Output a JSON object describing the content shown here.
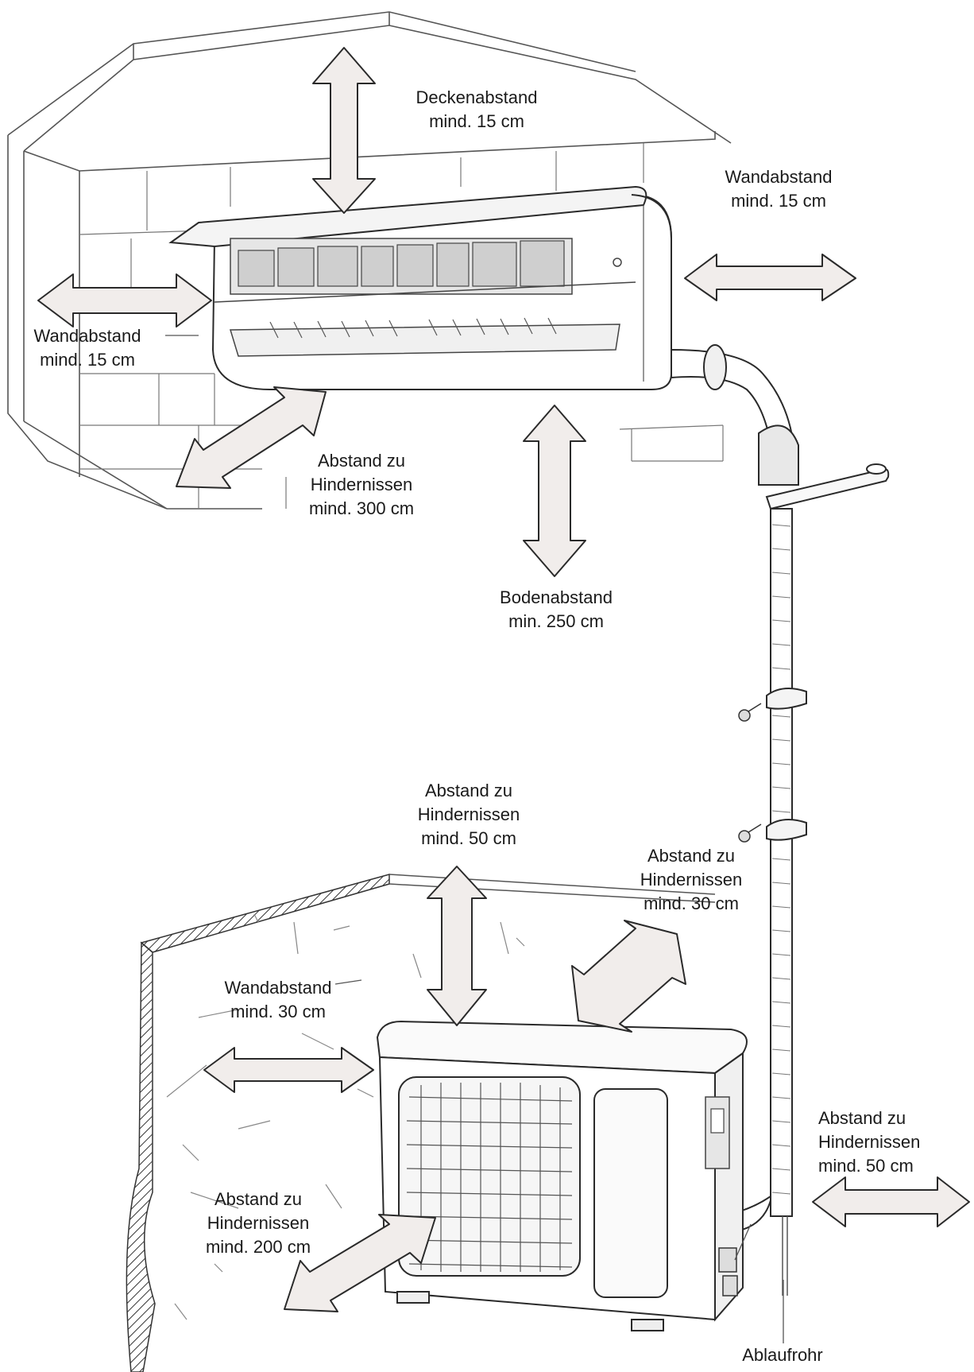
{
  "labels": {
    "ceiling": {
      "line1": "Deckenabstand",
      "line2": "mind. 15 cm"
    },
    "wall_right_indoor": {
      "line1": "Wandabstand",
      "line2": "mind. 15 cm"
    },
    "wall_left_indoor": {
      "line1": "Wandabstand",
      "line2": "mind. 15 cm"
    },
    "obstacle_front_indoor": {
      "line1": "Abstand zu",
      "line2": "Hindernissen",
      "line3": "mind. 300 cm"
    },
    "floor": {
      "line1": "Bodenabstand",
      "line2": "min. 250 cm"
    },
    "obstacle_top_outdoor": {
      "line1": "Abstand zu",
      "line2": "Hindernissen",
      "line3": "mind. 50 cm"
    },
    "obstacle_back_outdoor": {
      "line1": "Abstand zu",
      "line2": "Hindernissen",
      "line3": "mind. 30 cm"
    },
    "wall_left_outdoor": {
      "line1": "Wandabstand",
      "line2": "mind. 30 cm"
    },
    "obstacle_right_outdoor": {
      "line1": "Abstand zu",
      "line2": "Hindernissen",
      "line3": "mind. 50 cm"
    },
    "obstacle_front_outdoor": {
      "line1": "Abstand zu",
      "line2": "Hindernissen",
      "line3": "mind. 200 cm"
    },
    "drain": {
      "line1": "Ablaufrohr"
    }
  },
  "colors": {
    "arrow_fill": "#f1edeb",
    "stroke": "#2a2a2a",
    "line": "#555555",
    "background": "#ffffff"
  }
}
